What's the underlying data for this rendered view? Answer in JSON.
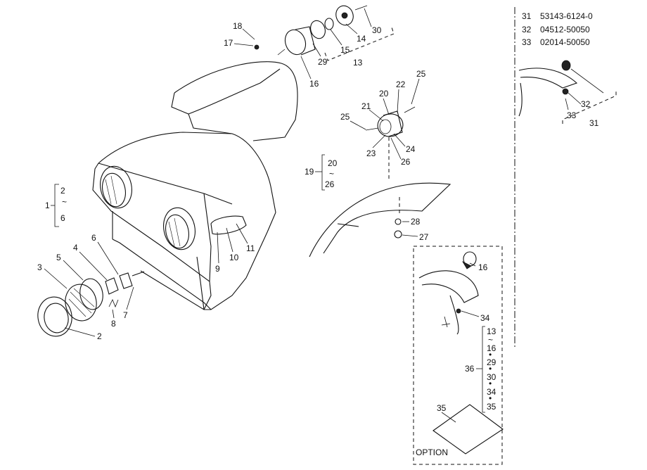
{
  "part_numbers": [
    {
      "ref": "31",
      "number": "53143-6124-0"
    },
    {
      "ref": "32",
      "number": "04512-50050"
    },
    {
      "ref": "33",
      "number": "02014-50050"
    }
  ],
  "callouts": {
    "c1": "1",
    "c2": "2",
    "c3": "3",
    "c4": "4",
    "c5": "5",
    "c6": "6",
    "c7": "7",
    "c8": "8",
    "c9": "9",
    "c10": "10",
    "c11": "11",
    "c13": "13",
    "c14": "14",
    "c15": "15",
    "c16": "16",
    "c17": "17",
    "c18": "18",
    "c19": "19",
    "c20": "20",
    "c21": "21",
    "c22": "22",
    "c23": "23",
    "c24": "24",
    "c25a": "25",
    "c25b": "25",
    "c26": "26",
    "c27": "27",
    "c28": "28",
    "c29": "29",
    "c30": "30",
    "c31": "31",
    "c32": "32",
    "c33": "33",
    "c34": "34",
    "c35": "35",
    "c36": "36",
    "c16opt": "16"
  },
  "brackets": {
    "b1_top": "2",
    "b1_tilde": "~",
    "b1_bottom": "6",
    "b19_top": "20",
    "b19_tilde": "~",
    "b19_bottom": "26",
    "b36_items": [
      "13",
      "~",
      "16",
      "•",
      "29",
      "•",
      "30",
      "•",
      "34",
      "•",
      "35"
    ]
  },
  "option_label": "OPTION"
}
